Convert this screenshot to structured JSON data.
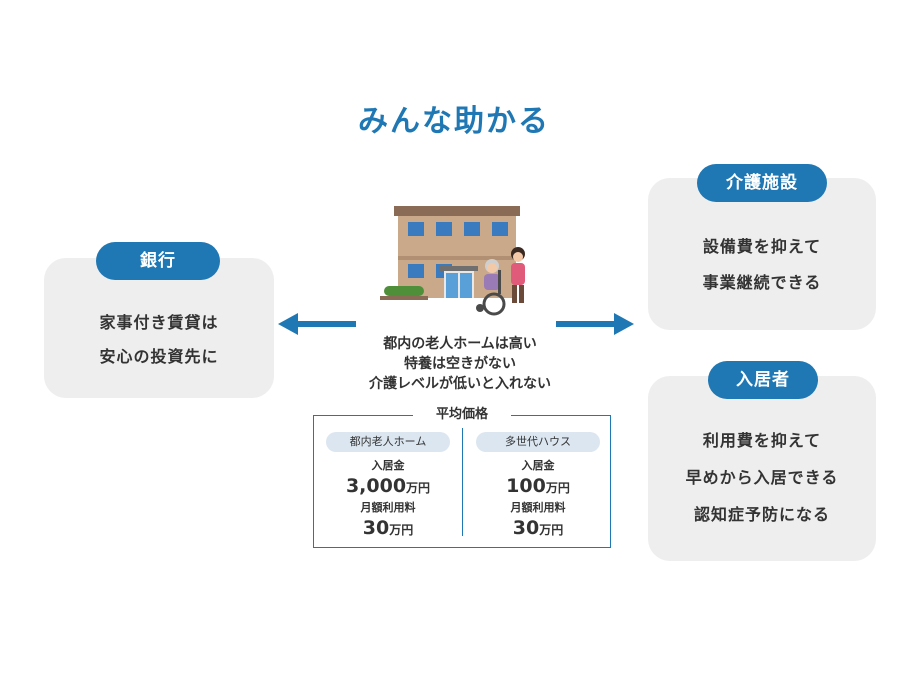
{
  "title": "みんな助かる",
  "bank": {
    "badge": "銀行",
    "lines": [
      "家事付き賃貸は",
      "安心の投資先に"
    ]
  },
  "facility": {
    "badge": "介護施設",
    "lines": [
      "設備費を抑えて",
      "事業継続できる"
    ]
  },
  "resident": {
    "badge": "入居者",
    "lines": [
      "利用費を抑えて",
      "早めから入居できる",
      "認知症予防になる"
    ]
  },
  "center": {
    "lines": [
      "都内の老人ホームは高い",
      "特養は空きがない",
      "介護レベルが低いと入れない"
    ]
  },
  "price": {
    "title": "平均価格",
    "left": {
      "name": "都内老人ホーム",
      "entry_label": "入居金",
      "entry_value": "3,000",
      "entry_unit": "万円",
      "monthly_label": "月額利用料",
      "monthly_value": "30",
      "monthly_unit": "万円"
    },
    "right": {
      "name": "多世代ハウス",
      "entry_label": "入居金",
      "entry_value": "100",
      "entry_unit": "万円",
      "monthly_label": "月額利用料",
      "monthly_value": "30",
      "monthly_unit": "万円"
    }
  },
  "colors": {
    "accent": "#1f78b4",
    "card": "#eeeeee",
    "pill_light": "#dbe6f0"
  }
}
